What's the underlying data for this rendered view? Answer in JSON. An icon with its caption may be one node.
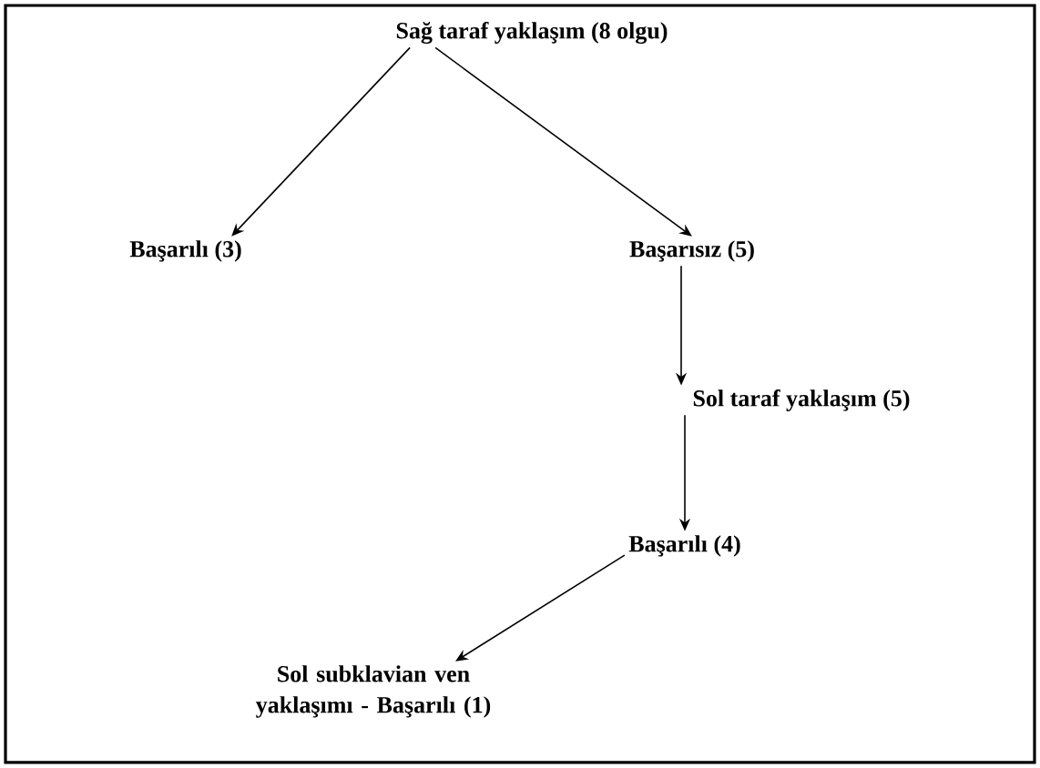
{
  "diagram": {
    "nodes": [
      {
        "text": [
          "Sağ taraf yaklaşım (8 olgu)"
        ]
      },
      {
        "text": [
          "Başarılı (3)"
        ]
      },
      {
        "text": [
          "Başarısız (5)"
        ]
      },
      {
        "text": [
          "Sol taraf yaklaşım (5)"
        ]
      },
      {
        "text": [
          "Başarılı (4)"
        ]
      },
      {
        "text": [
          "Sol subklavian ven yaklaşımı - Başarılı (1)"
        ]
      }
    ],
    "edges": [
      {
        "from": 0,
        "to": 1,
        "arrow": "to"
      },
      {
        "from": 0,
        "to": 2,
        "arrow": "to"
      },
      {
        "from": 2,
        "to": 3,
        "arrow": "to"
      },
      {
        "from": 3,
        "to": 4,
        "arrow": "to"
      },
      {
        "from": 4,
        "to": 5,
        "arrow": "to"
      }
    ]
  }
}
